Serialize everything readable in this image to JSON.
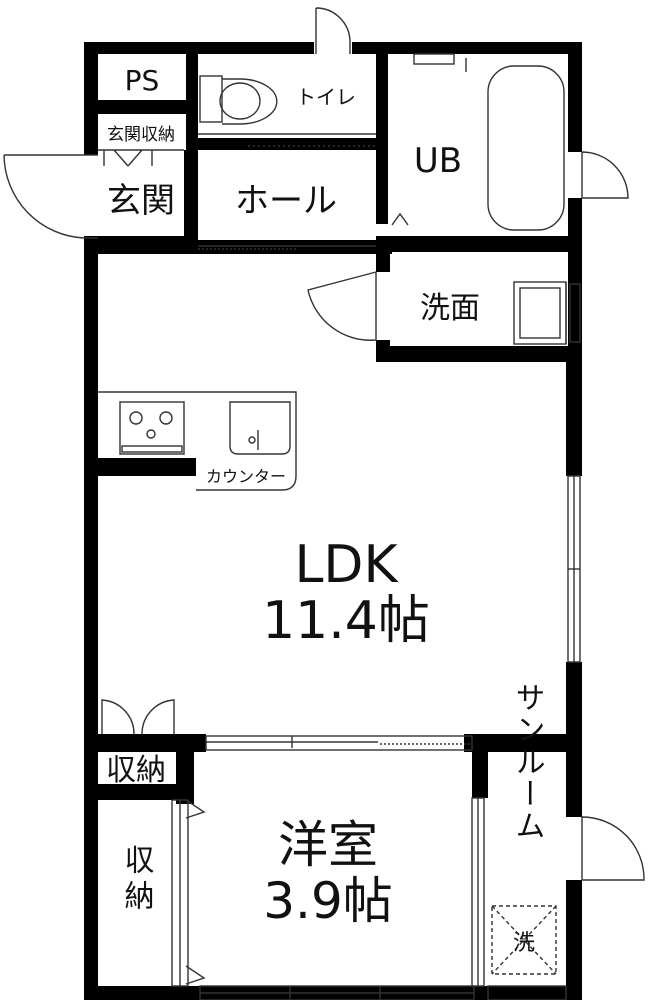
{
  "rooms": {
    "ps": "PS",
    "toilet": "トイレ",
    "ub": "UB",
    "entrance_storage": "玄関収納",
    "entrance": "玄関",
    "hall": "ホール",
    "washroom": "洗面",
    "counter": "カウンター",
    "ldk_name": "LDK",
    "ldk_size": "11.4帖",
    "storage_small": "収納",
    "storage_tall": "収納",
    "western_name": "洋室",
    "western_size": "3.9帖",
    "sunroom": "サンルーム",
    "laundry": "洗"
  },
  "colors": {
    "wall": "#000000",
    "fixture_line": "#333333",
    "background": "#ffffff"
  }
}
